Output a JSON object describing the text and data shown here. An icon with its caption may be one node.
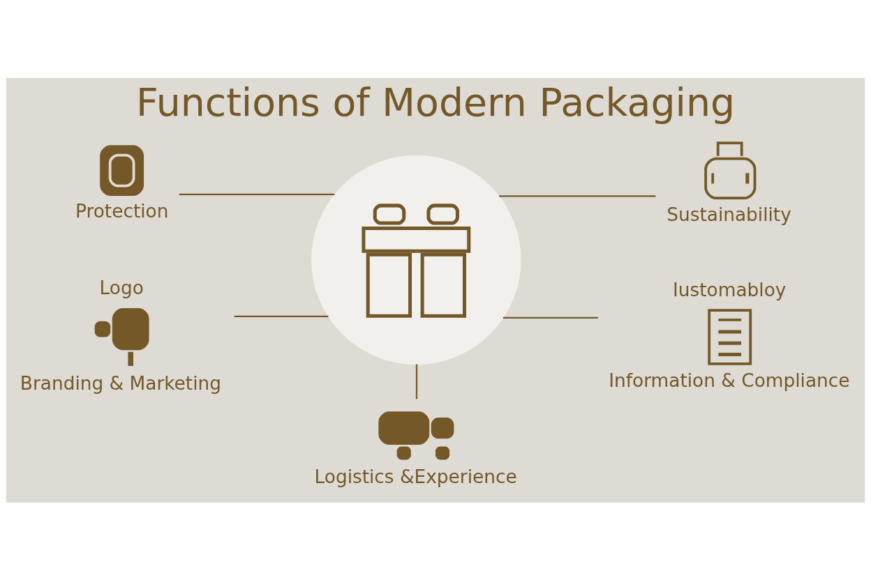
{
  "diagram": {
    "title": "Functions of Modern Packaging",
    "nodes": [
      {
        "text": [],
        "shape": "picture",
        "beside": [
          "Protection"
        ]
      },
      {
        "text": [],
        "shape": "circle"
      },
      {
        "text": [],
        "shape": "picture",
        "beside": [
          "Sustainability"
        ]
      },
      {
        "text": [],
        "shape": "picture",
        "beside": [
          "Logo",
          "Branding & Marketing"
        ]
      },
      {
        "text": [],
        "shape": "picture",
        "beside": [
          "Iustomabloy",
          "Information & Compliance"
        ]
      },
      {
        "text": [],
        "shape": "picture",
        "beside": [
          "Logistics &Experience"
        ]
      }
    ],
    "edges": [
      {
        "from": 1,
        "to": 0,
        "arrow": "none"
      },
      {
        "from": 1,
        "to": 2,
        "arrow": "none"
      },
      {
        "from": 1,
        "to": 3,
        "arrow": "none"
      },
      {
        "from": 1,
        "to": 4,
        "arrow": "none"
      },
      {
        "from": 1,
        "to": 5,
        "arrow": "none"
      }
    ]
  }
}
